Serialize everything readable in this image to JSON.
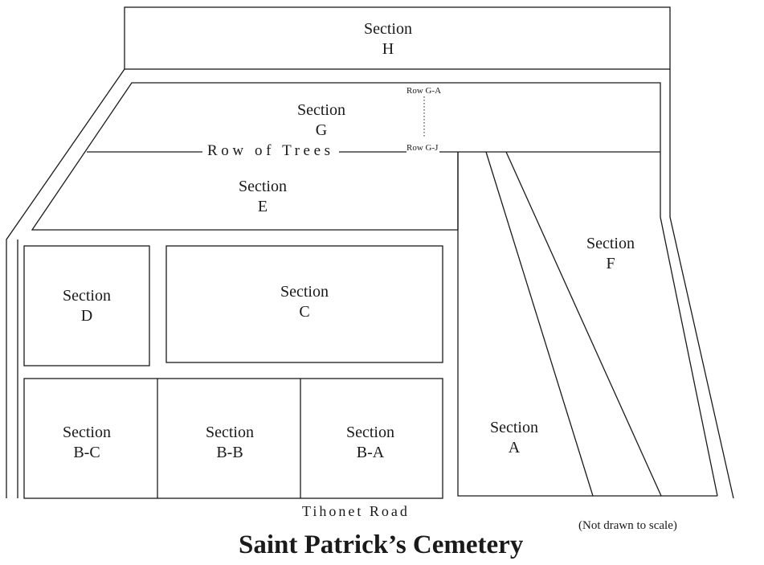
{
  "title": "Saint Patrick’s Cemetery",
  "road": "Tihonet Road",
  "scale_note": "(Not drawn to scale)",
  "row_of_trees": "Row of Trees",
  "row_markers": {
    "top": "Row G-A",
    "bottom": "Row G-J"
  },
  "sections": {
    "H": {
      "word": "Section",
      "letter": "H"
    },
    "G": {
      "word": "Section",
      "letter": "G"
    },
    "E": {
      "word": "Section",
      "letter": "E"
    },
    "F": {
      "word": "Section",
      "letter": "F"
    },
    "D": {
      "word": "Section",
      "letter": "D"
    },
    "C": {
      "word": "Section",
      "letter": "C"
    },
    "BC": {
      "word": "Section",
      "letter": "B-C"
    },
    "BB": {
      "word": "Section",
      "letter": "B-B"
    },
    "BA": {
      "word": "Section",
      "letter": "B-A"
    },
    "A": {
      "word": "Section",
      "letter": "A"
    }
  }
}
